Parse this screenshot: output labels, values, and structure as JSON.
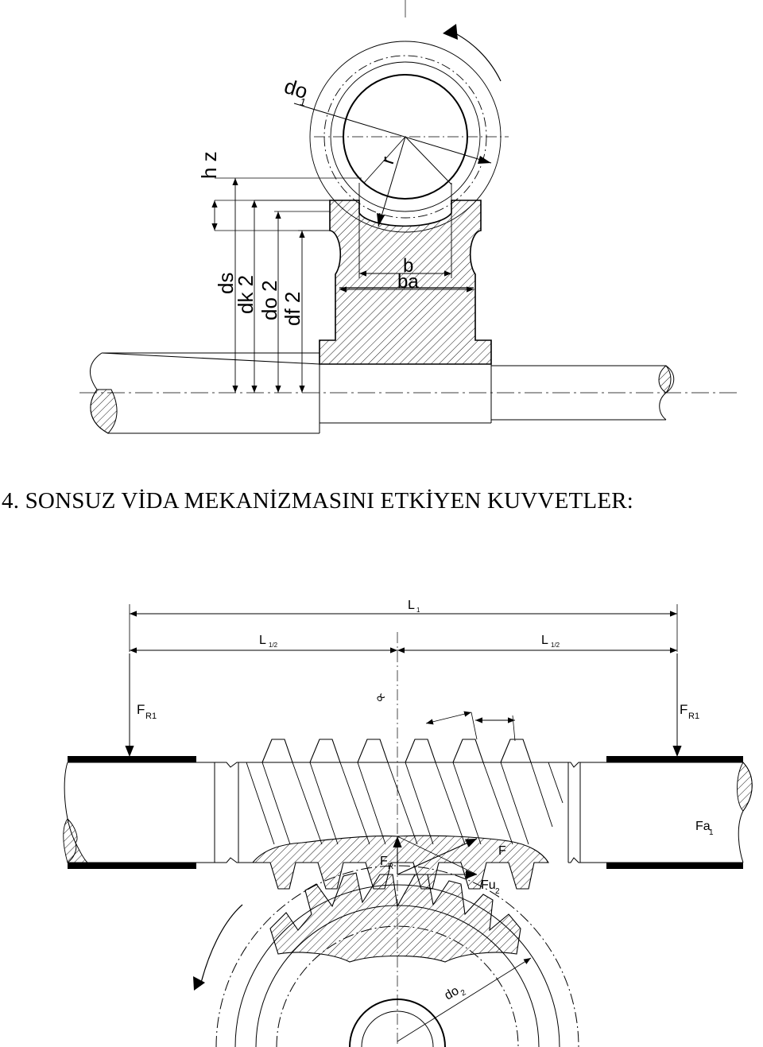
{
  "section_heading": "4. SONSUZ VİDA MEKANİZMASINI ETKİYEN KUVVETLER:",
  "top_drawing": {
    "labels": {
      "do1": "do",
      "do1_sub": "1",
      "radius": "r",
      "hz": "h z",
      "ds": "ds",
      "dk2": "dk 2",
      "do2": "do 2",
      "df2": "df 2",
      "b": "b",
      "ba": "ba"
    }
  },
  "bottom_drawing": {
    "labels": {
      "L1": "L",
      "L1_sub": "1",
      "Lhalf_left": "L",
      "Lhalf_left_sub": "1/2",
      "Lhalf_right": "L",
      "Lhalf_right_sub": "1/2",
      "FR1_left": "F",
      "FR1_left_sub": "R1",
      "FR1_right": "F",
      "FR1_right_sub": "R1",
      "alpha": "∝",
      "Fa1": "Fa",
      "Fa1_sub": "1",
      "FR": "F",
      "FR_sub": "R",
      "F": "F",
      "Fu2": "Fu",
      "Fu2_sub": "2",
      "do2": "do",
      "do2_sub": "2"
    }
  }
}
